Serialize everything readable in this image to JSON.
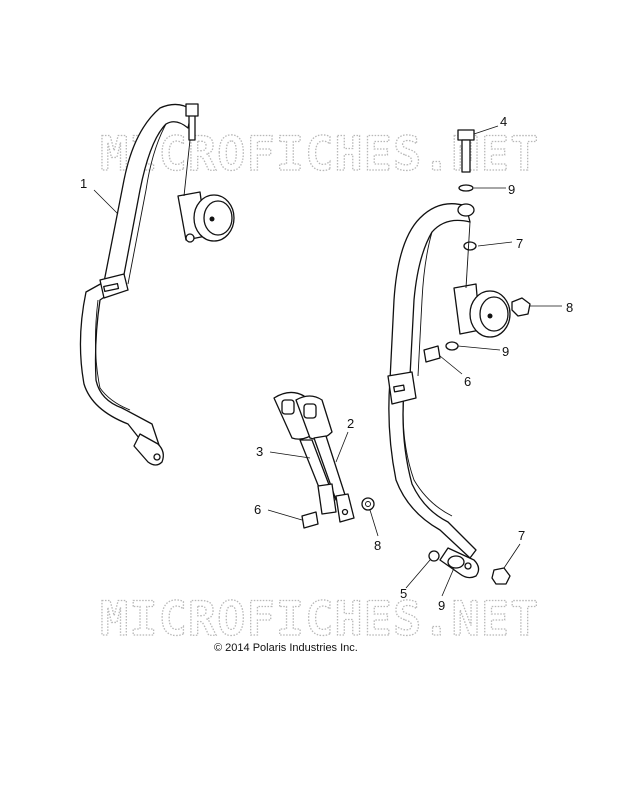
{
  "watermark": {
    "text": "MICROFICHES.NET"
  },
  "copyright": "© 2014 Polaris Industries Inc.",
  "callouts": {
    "c1": "1",
    "c2": "2",
    "c3": "3",
    "c4": "4",
    "c5": "5",
    "c6a": "6",
    "c6b": "6",
    "c7a": "7",
    "c7b": "7",
    "c8a": "8",
    "c8b": "8",
    "c9a": "9",
    "c9b": "9",
    "c9c": "9"
  }
}
